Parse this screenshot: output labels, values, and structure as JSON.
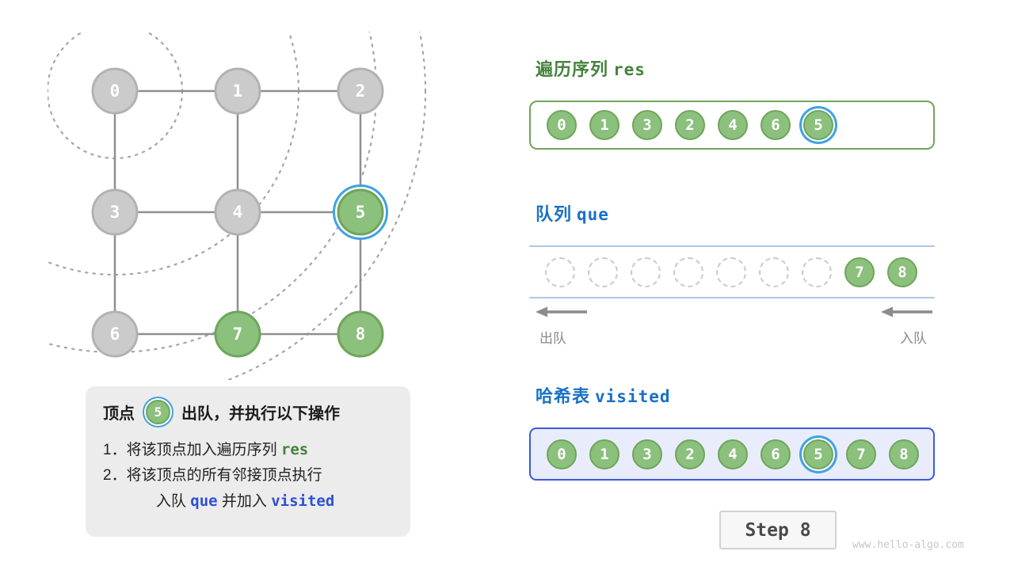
{
  "graph": {
    "nodes": [
      {
        "id": "0",
        "col": 0,
        "row": 0,
        "state": "gray"
      },
      {
        "id": "1",
        "col": 1,
        "row": 0,
        "state": "gray"
      },
      {
        "id": "2",
        "col": 2,
        "row": 0,
        "state": "gray"
      },
      {
        "id": "3",
        "col": 0,
        "row": 1,
        "state": "gray"
      },
      {
        "id": "4",
        "col": 1,
        "row": 1,
        "state": "gray"
      },
      {
        "id": "5",
        "col": 2,
        "row": 1,
        "state": "current"
      },
      {
        "id": "6",
        "col": 0,
        "row": 2,
        "state": "gray"
      },
      {
        "id": "7",
        "col": 1,
        "row": 2,
        "state": "green"
      },
      {
        "id": "8",
        "col": 2,
        "row": 2,
        "state": "green"
      }
    ],
    "edges": [
      [
        0,
        1
      ],
      [
        1,
        2
      ],
      [
        3,
        4
      ],
      [
        4,
        5
      ],
      [
        6,
        7
      ],
      [
        7,
        8
      ],
      [
        0,
        3
      ],
      [
        3,
        6
      ],
      [
        1,
        4
      ],
      [
        4,
        7
      ],
      [
        2,
        5
      ],
      [
        5,
        8
      ]
    ],
    "wave_center_node": 0,
    "wave_radii": [
      85,
      232,
      330,
      392
    ]
  },
  "info_box": {
    "title_prefix": "顶点",
    "title_node": "5",
    "title_suffix": "出队，并执行以下操作",
    "l1_num": "1．",
    "l1_text": "将该顶点加入遍历序列",
    "l1_code": "res",
    "l2_num": "2．",
    "l2_text": "将该顶点的所有邻接顶点执行",
    "l3_text1": "入队",
    "l3_code1": "que",
    "l3_text2": "并加入",
    "l3_code2": "visited"
  },
  "res_section": {
    "title_zh": "遍历序列",
    "title_code": "res",
    "items": [
      {
        "label": "0",
        "state": "green"
      },
      {
        "label": "1",
        "state": "green"
      },
      {
        "label": "3",
        "state": "green"
      },
      {
        "label": "2",
        "state": "green"
      },
      {
        "label": "4",
        "state": "green"
      },
      {
        "label": "6",
        "state": "green"
      },
      {
        "label": "5",
        "state": "current"
      }
    ]
  },
  "queue_section": {
    "title_zh": "队列",
    "title_code": "que",
    "dequeue_label": "出队",
    "enqueue_label": "入队",
    "items": [
      {
        "label": "",
        "state": "empty"
      },
      {
        "label": "",
        "state": "empty"
      },
      {
        "label": "",
        "state": "empty"
      },
      {
        "label": "",
        "state": "empty"
      },
      {
        "label": "",
        "state": "empty"
      },
      {
        "label": "",
        "state": "empty"
      },
      {
        "label": "",
        "state": "empty"
      },
      {
        "label": "7",
        "state": "green"
      },
      {
        "label": "8",
        "state": "green"
      }
    ]
  },
  "visited_section": {
    "title_zh": "哈希表",
    "title_code": "visited",
    "items": [
      {
        "label": "0",
        "state": "green"
      },
      {
        "label": "1",
        "state": "green"
      },
      {
        "label": "3",
        "state": "green"
      },
      {
        "label": "2",
        "state": "green"
      },
      {
        "label": "4",
        "state": "green"
      },
      {
        "label": "6",
        "state": "green"
      },
      {
        "label": "5",
        "state": "current"
      },
      {
        "label": "7",
        "state": "green"
      },
      {
        "label": "8",
        "state": "green"
      }
    ]
  },
  "footer": {
    "step_label": "Step 8",
    "watermark": "www.hello-algo.com"
  },
  "colors": {
    "node_green_fill": "#8CC07D",
    "node_green_border": "#6FA55C",
    "node_gray_fill": "#CBCBCB",
    "node_gray_border": "#B2B2B2",
    "current_ring_blue": "#3FA2E3",
    "header_green": "#45823C",
    "header_blue": "#1A70C6",
    "inline_code_blue": "#2E4FD8",
    "visited_box_border": "#3D5ADA",
    "visited_box_bg": "#E9EDFB"
  }
}
